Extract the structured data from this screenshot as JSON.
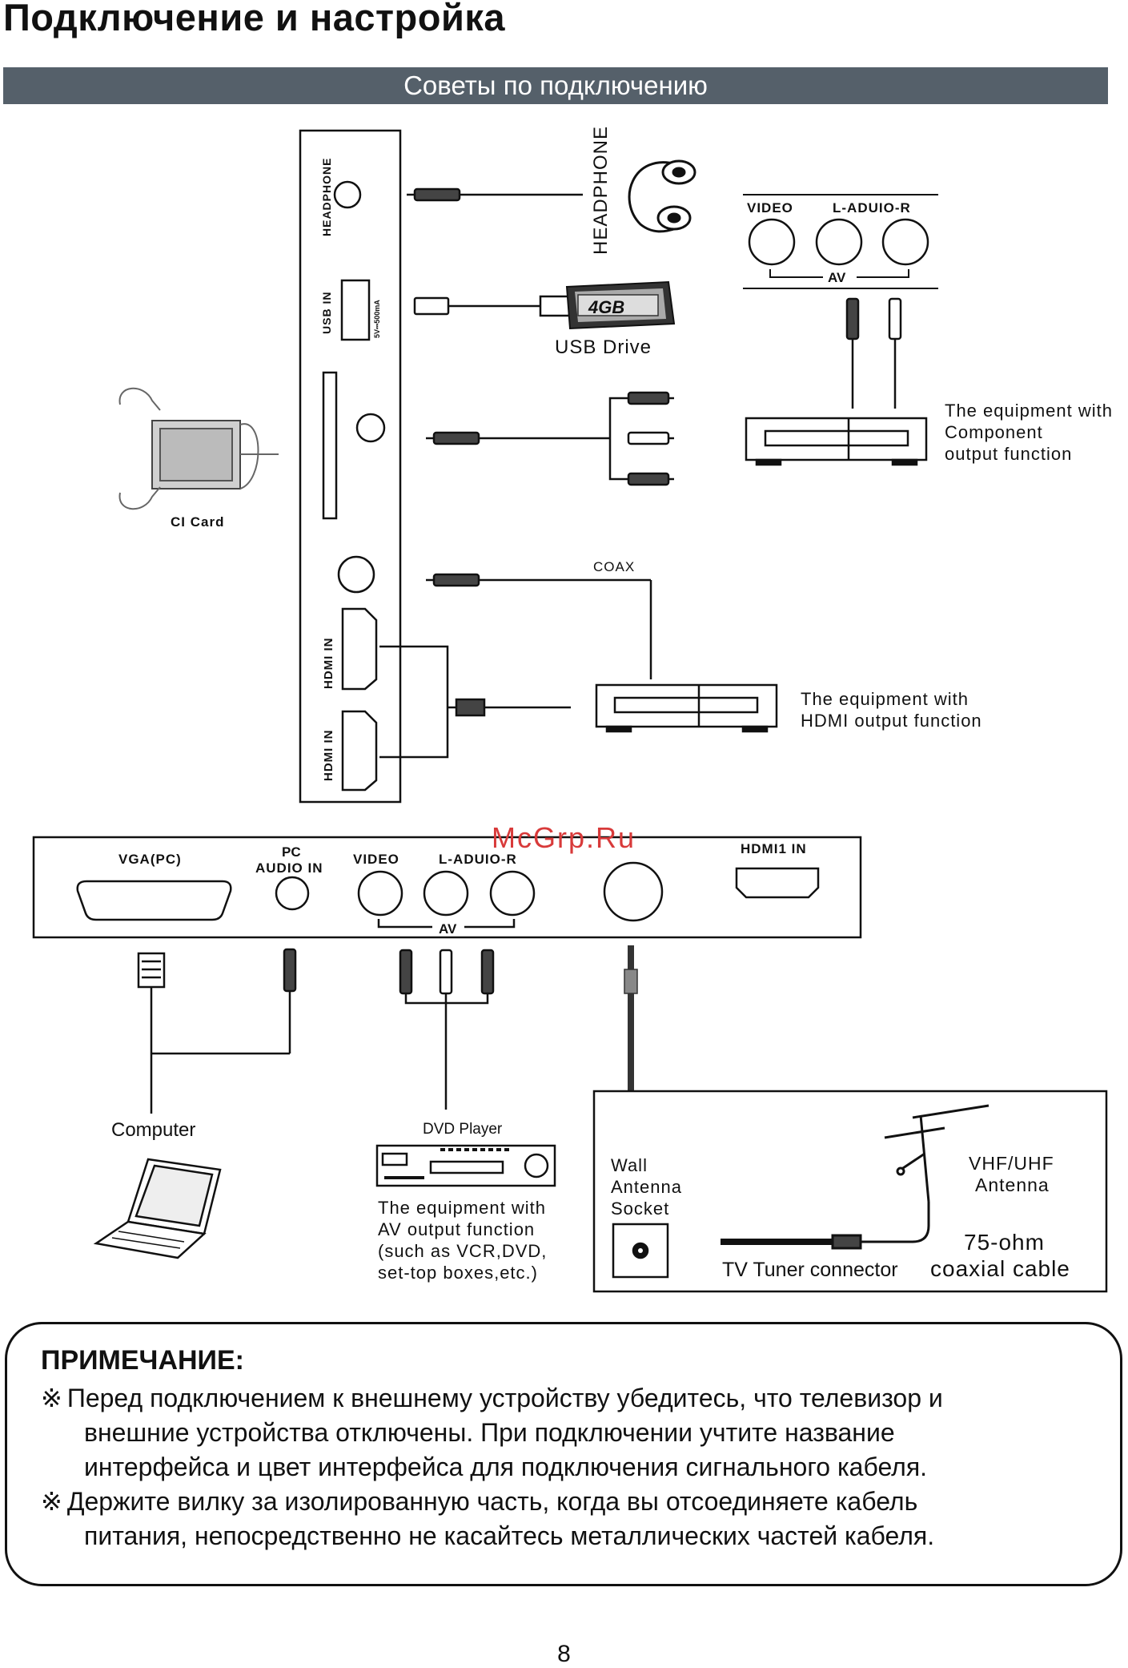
{
  "page": {
    "title": "Подключение и настройка",
    "section": "Советы по подключению",
    "watermark": "McGrp.Ru",
    "page_number": "8"
  },
  "side_panel": {
    "headphone": "HEADPHONE",
    "usb_in": "USB IN",
    "usb_rating": "5V⎓500mA",
    "hdmi_in_1": "HDMI IN",
    "hdmi_in_2": "HDMI IN"
  },
  "devices": {
    "headphone": "HEADPHONE",
    "usb_drive": "USB Drive",
    "usb_capacity": "4GB",
    "ci_card": "CI Card",
    "coax": "COAX",
    "av_video": "VIDEO",
    "av_lr": "L-ADUIO-R",
    "av_group": "AV",
    "component_line1": "The equipment with",
    "component_line2": "Component",
    "component_line3": "output function",
    "hdmi_eq_line1": "The equipment with",
    "hdmi_eq_line2": "HDMI output function"
  },
  "bottom_panel": {
    "vga": "VGA(PC)",
    "pc_audio_1": "PC",
    "pc_audio_2": "AUDIO IN",
    "video": "VIDEO",
    "lr": "L-ADUIO-R",
    "av": "AV",
    "hdmi1": "HDMI1 IN"
  },
  "bottom_devices": {
    "computer": "Computer",
    "dvd_player": "DVD Player",
    "av_eq_1": "The equipment with",
    "av_eq_2": "AV output function",
    "av_eq_3": "(such as VCR,DVD,",
    "av_eq_4": "set-top boxes,etc.)",
    "wall_1": "Wall",
    "wall_2": "Antenna",
    "wall_3": "Socket",
    "vhf_1": "VHF/UHF",
    "vhf_2": "Antenna",
    "ohm": "75-ohm",
    "coaxial": "coaxial cable",
    "tuner": "TV Tuner connector"
  },
  "note": {
    "heading": "ПРИМЕЧАНИЕ:",
    "mark": "※",
    "item1_first": "Перед подключением к внешнему устройству убедитесь, что телевизор и",
    "item1_rest1": "внешние устройства отключены. При подключении учтите название",
    "item1_rest2": "интерфейса и цвет интерфейса для подключения сигнального кабеля.",
    "item2_first": "Держите вилку за изолированную часть, когда вы отсоединяете кабель",
    "item2_rest1": "питания, непосредственно не касайтесь металлических частей кабеля."
  }
}
